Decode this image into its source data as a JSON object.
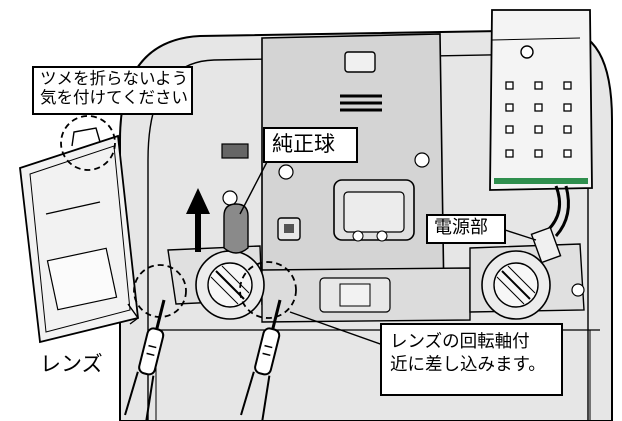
{
  "callouts": {
    "claw_warning": {
      "line1": "ツメを折らないよう",
      "line2": "気を付けてください"
    },
    "genuine_bulb": "純正球",
    "power_unit": "電源部",
    "lens_pivot": {
      "line1": "レンズの回転軸付",
      "line2": "近に差し込みます。"
    }
  },
  "labels": {
    "lens": "レンズ"
  },
  "colors": {
    "line": "#000000",
    "housing": "#e6e6e6",
    "lens_panel": "#f2f2f2",
    "panel": "#d4d4d4",
    "board_accent": "#2f8f4e"
  }
}
